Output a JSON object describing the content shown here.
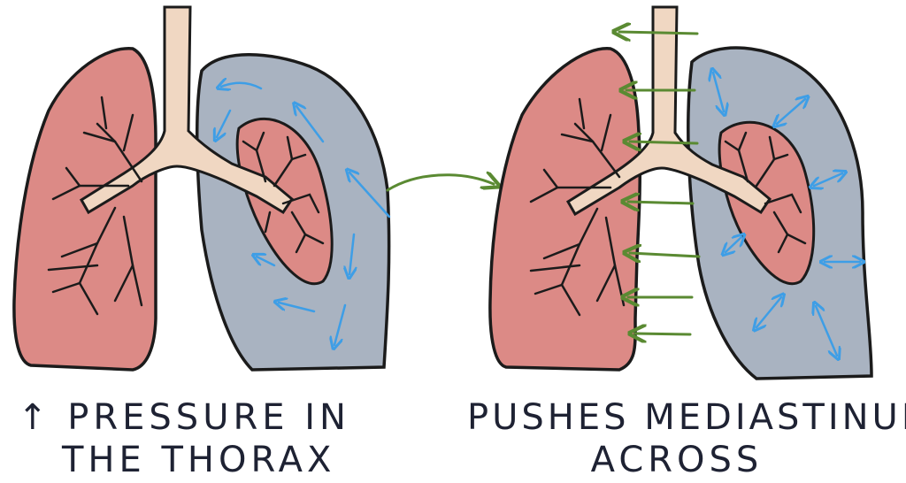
{
  "captions": {
    "left_line1": "↑ PRESSURE IN",
    "left_line2": "THE THORAX",
    "right_line1": "PUSHES MEDIASTINUM",
    "right_line2": "ACROSS"
  },
  "colors": {
    "outline": "#1b1b1b",
    "healthy_lung": "#dc8a86",
    "affected_lung": "#a9b3c1",
    "airway": "#f0d7c2",
    "pressure_arrow": "#3e9ee6",
    "shift_arrow": "#5a8a32",
    "text": "#1e2233"
  }
}
